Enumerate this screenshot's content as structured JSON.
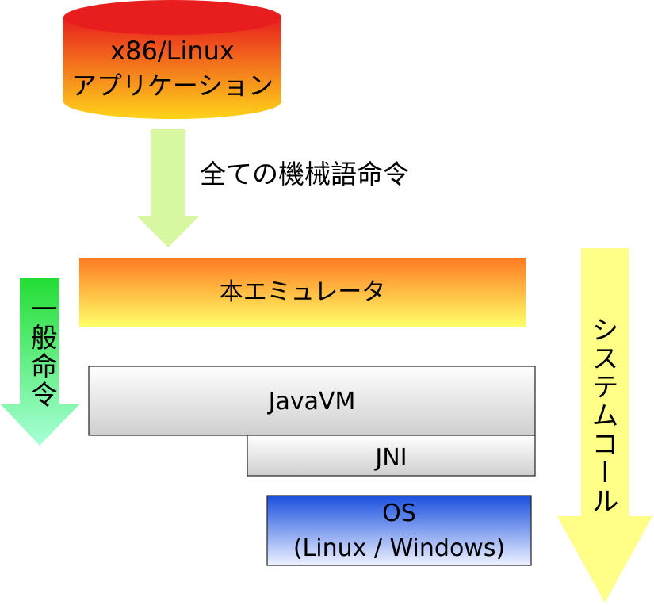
{
  "application": {
    "line1": "x86/Linux",
    "line2": "アプリケーション",
    "colors": {
      "top": "#e81e1e",
      "bottom": "#ffd41a"
    }
  },
  "instruction_flow": {
    "label": "全ての機械語命令",
    "color": "#d7f7a0"
  },
  "emulator": {
    "label": "本エミュレータ",
    "colors": {
      "top": "#ff7a22",
      "bottom": "#ffff66"
    }
  },
  "general_instructions": {
    "label": "一般命令",
    "colors": {
      "top": "#22dd33",
      "bottom": "#a8ffd8"
    }
  },
  "javavm": {
    "label": "JavaVM",
    "colors": {
      "top": "#ffffff",
      "bottom": "#cfcfcf"
    }
  },
  "jni": {
    "label": "JNI",
    "colors": {
      "top": "#ffffff",
      "bottom": "#cfcfcf"
    }
  },
  "os": {
    "line1": "OS",
    "line2": "(Linux / Windows)",
    "colors": {
      "top": "#1a4fe0",
      "bottom": "#eef2ff"
    }
  },
  "system_call": {
    "label": "システムコール",
    "color": "#ffff88"
  }
}
